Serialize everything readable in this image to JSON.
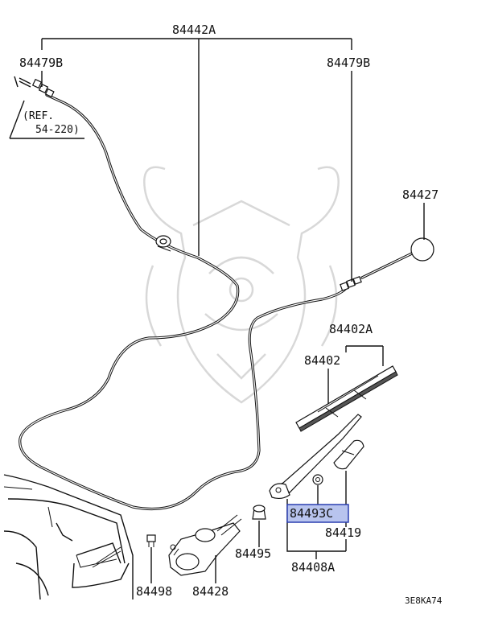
{
  "labels": {
    "washer_hose_assy": "84442A",
    "hose_joint_left": "84479B",
    "hose_joint_right": "84479B",
    "ref_line1": "(REF.",
    "ref_line2": "54-220)",
    "nozzle": "84427",
    "blade_assy": "84402A",
    "blade": "84402",
    "nut": "84493C",
    "cap": "84419",
    "arm_assy": "84408A",
    "grommet": "84495",
    "motor": "84428",
    "clip": "84498",
    "diagram_code": "3E8KA74"
  },
  "highlight_color": "#b8c4ee",
  "highlight_border": "#2a3fb0"
}
